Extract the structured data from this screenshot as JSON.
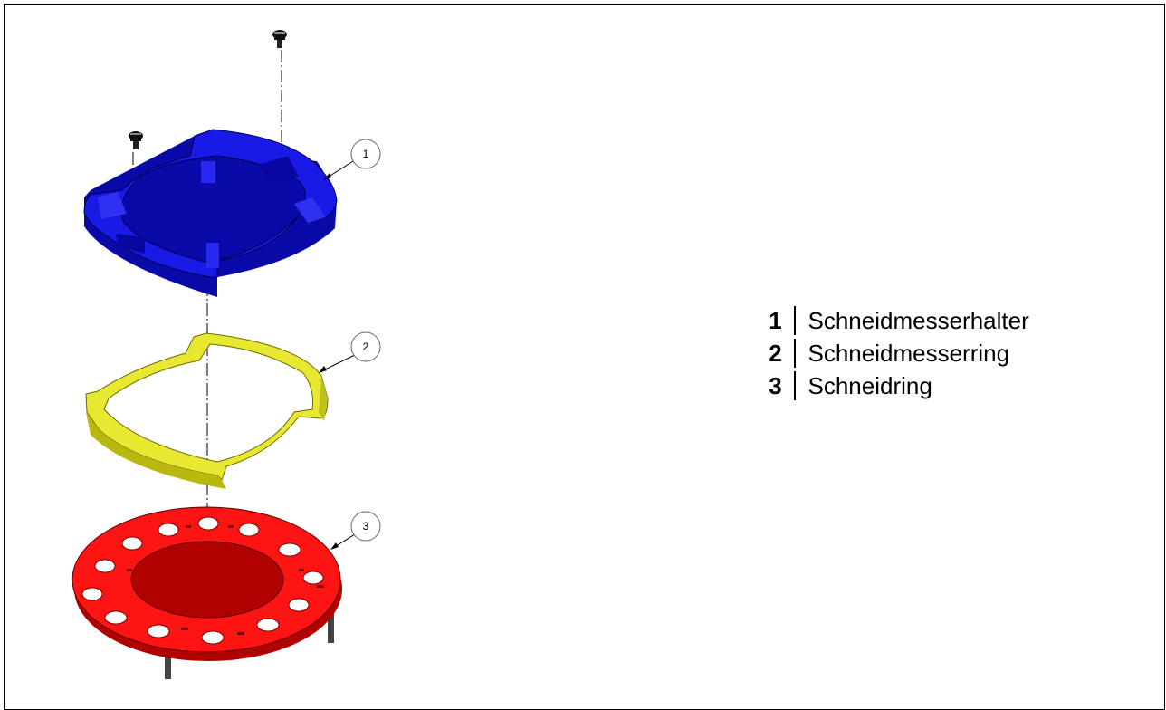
{
  "callouts": [
    {
      "number": "1",
      "label": "Schneidmesserhalter"
    },
    {
      "number": "2",
      "label": "Schneidmesserring"
    },
    {
      "number": "3",
      "label": "Schneidring"
    }
  ],
  "part_colors": {
    "holder": "#1010e0",
    "knife_ring": "#f2f030",
    "cutting_ring": "#ff1010"
  }
}
